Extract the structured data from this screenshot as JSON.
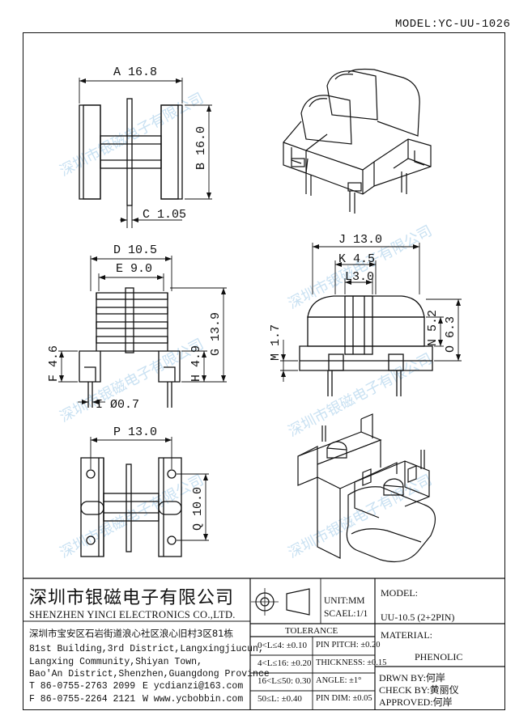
{
  "header": {
    "model": "MODEL:YC-UU-1026"
  },
  "dims": {
    "A": "A 16.8",
    "B": "B 16.0",
    "C": "C 1.05",
    "D": "D 10.5",
    "E": "E 9.0",
    "F": "F 4.6",
    "G": "G 13.9",
    "H": "H 4.9",
    "I": "I Ø0.7",
    "J": "J 13.0",
    "K": "K 4.5",
    "L": "L3.0",
    "M": "M 1.7",
    "N": "N 5.2",
    "O": "O 6.3",
    "P": "P 13.0",
    "Q": "Q 10.0"
  },
  "watermark": "深圳市银磁电子有限公司",
  "title_block": {
    "company_cn": "深圳市银磁电子有限公司",
    "company_en": "SHENZHEN YINCI ELECTRONICS CO.,LTD.",
    "address_cn": "深圳市宝安区石岩街道浪心社区浪心旧村3区81栋",
    "address_en_1": "81st Building,3rd District,Langxingjiucun,",
    "address_en_2": "Langxing Community,Shiyan Town,",
    "address_en_3": "Bao'An District,Shenzhen,Guangdong Province",
    "tel": "T 86-0755-2763 2099",
    "email": "E ycdianzi@163.com",
    "fax": "F 86-0755-2264 2121",
    "web": "W www.ycbobbin.com",
    "unit": "UNIT:MM",
    "scale": "SCAEL:1/1",
    "model_label": "MODEL:",
    "model_value": "UU-10.5 (2+2PIN)",
    "tolerance_title": "TOLERANCE",
    "tol_rows": [
      "0<L≤4: ±0.10",
      "4<L≤16: ±0.20",
      "16<L≤50: 0.30",
      "50≤L: ±0.40"
    ],
    "pin_rows": [
      "PIN PITCH: ±0.20",
      "THICKNESS: ±0.15",
      "ANGLE: ±1°",
      "PIN DIM: ±0.05"
    ],
    "material_label": "MATERIAL:",
    "material_value": "PHENOLIC",
    "drawn": "DRWN BY:何岸",
    "checked": "CHECK BY:黄丽仪",
    "approved": "APPROVED:何岸"
  }
}
